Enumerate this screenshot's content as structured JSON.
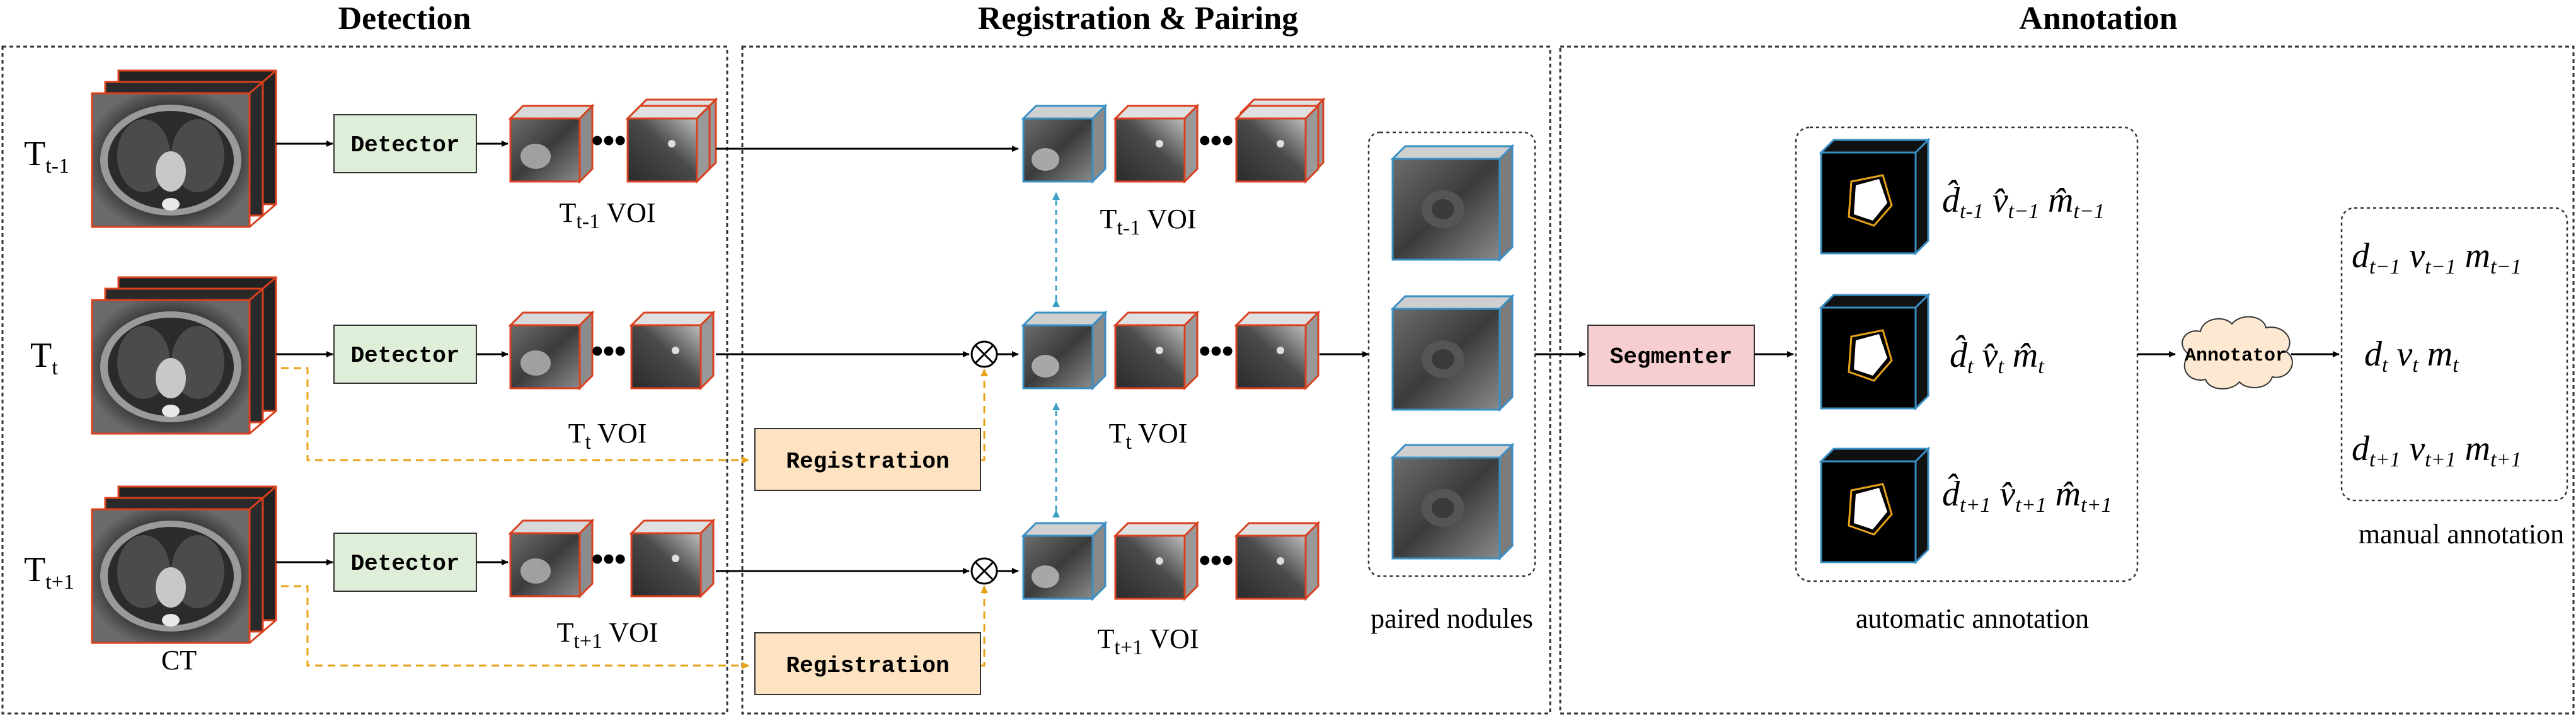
{
  "sections": {
    "detection": "Detection",
    "registration": "Registration & Pairing",
    "annotation": "Annotation"
  },
  "time_labels": [
    {
      "base": "T",
      "sub": "t-1"
    },
    {
      "base": "T",
      "sub": "t"
    },
    {
      "base": "T",
      "sub": "t+1"
    }
  ],
  "ct_label": "CT",
  "detector_label": "Detector",
  "registration_label": "Registration",
  "segmenter_label": "Segmenter",
  "annotator_label": "Annotator",
  "voi_word": "VOI",
  "ellipsis": "•••",
  "paired_nodules_label": "paired nodules",
  "automatic_annotation_label": "automatic annotation",
  "manual_annotation_label": "manual annotation",
  "auto_rows": [
    {
      "d": "d̂",
      "v": "v̂",
      "m": "m̂",
      "sub": [
        "t-1",
        "t−1",
        "t−1"
      ]
    },
    {
      "d": "d̂",
      "v": "v̂",
      "m": "m̂",
      "sub": [
        "t",
        "t",
        "t"
      ]
    },
    {
      "d": "d̂",
      "v": "v̂",
      "m": "m̂",
      "sub": [
        "t+1",
        "t+1",
        "t+1"
      ]
    }
  ],
  "manual_rows": [
    {
      "d": "d",
      "v": "v",
      "m": "m",
      "sub": [
        "t−1",
        "t−1",
        "t−1"
      ]
    },
    {
      "d": "d",
      "v": "v",
      "m": "m",
      "sub": [
        "t",
        "t",
        "t"
      ]
    },
    {
      "d": "d",
      "v": "v",
      "m": "m",
      "sub": [
        "t+1",
        "t+1",
        "t+1"
      ]
    }
  ],
  "colors": {
    "detector_fill": "#dfeed8",
    "registration_fill": "#fde3c2",
    "segmenter_fill": "#f6cdd0",
    "annotator_fill": "#fde9d2",
    "red_frame": "#d9401f",
    "blue_frame": "#3a8fc4",
    "orange_dash": "#e8a317",
    "blue_dash": "#3a9fc4"
  }
}
